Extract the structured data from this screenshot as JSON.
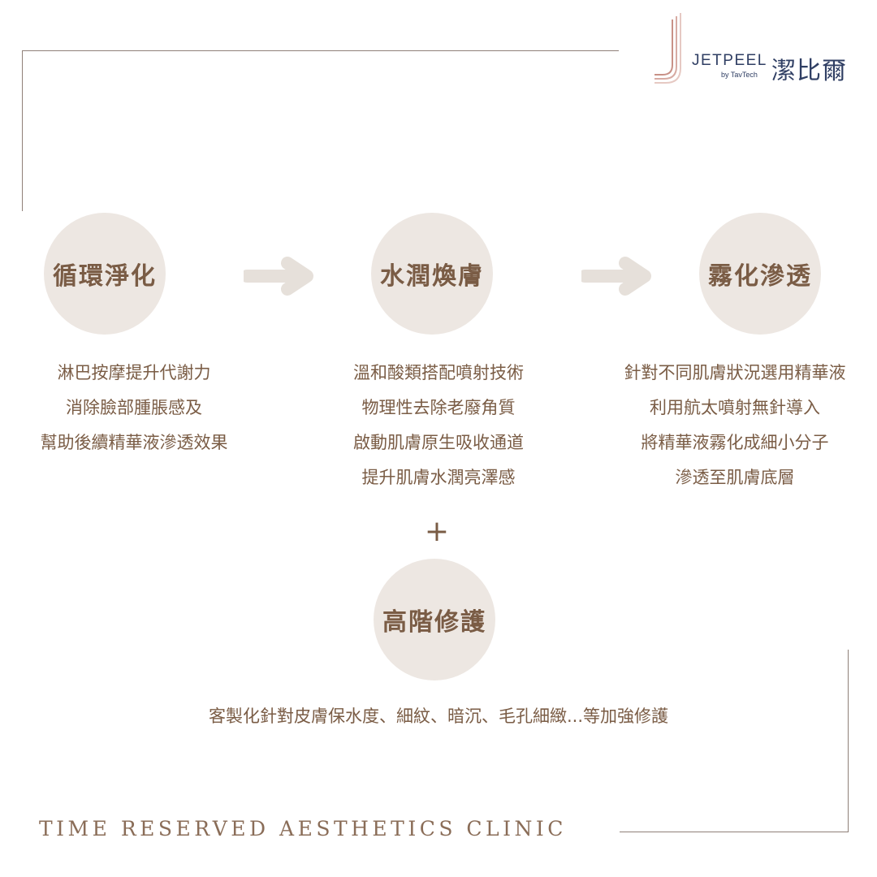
{
  "brand": {
    "name_en": "JETPEEL",
    "byline": "by TavTech",
    "name_zh": "潔比爾",
    "logo_colors": [
      "#e6c9c3",
      "#d7aba3",
      "#c89187"
    ]
  },
  "steps": [
    {
      "title": "循環淨化",
      "lines": [
        "淋巴按摩提升代謝力",
        "消除臉部腫脹感及",
        "幫助後續精華液滲透效果"
      ]
    },
    {
      "title": "水潤煥膚",
      "lines": [
        "溫和酸類搭配噴射技術",
        "物理性去除老廢角質",
        "啟動肌膚原生吸收通道",
        "提升肌膚水潤亮澤感"
      ]
    },
    {
      "title": "霧化滲透",
      "lines": [
        "針對不同肌膚狀況選用精華液",
        "利用航太噴射無針導入",
        "將精華液霧化成細小分子",
        "滲透至肌膚底層"
      ]
    }
  ],
  "plus_symbol": "+",
  "advanced": {
    "title": "高階修護",
    "description": "客製化針對皮膚保水度、細紋、暗沉、毛孔細緻...等加強修護"
  },
  "footer": {
    "clinic_name": "TIME RESERVED AESTHETICS CLINIC"
  },
  "colors": {
    "circle": "#ede7e2",
    "text": "#7a5c45",
    "arrow": "#e6e0da",
    "frame_line": "#8f8078",
    "brand_text": "#2f3e63"
  }
}
